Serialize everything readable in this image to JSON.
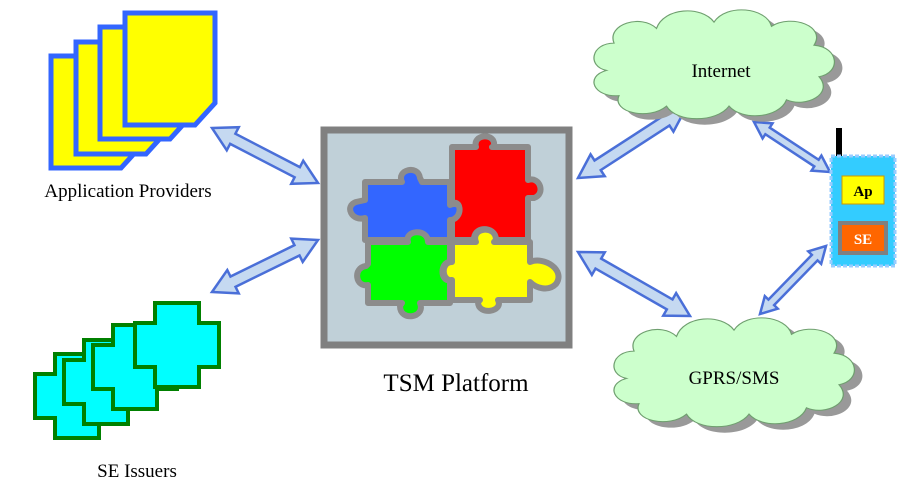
{
  "labels": {
    "app_providers": "Application Providers",
    "se_issuers": "SE Issuers",
    "tsm_platform": "TSM Platform",
    "internet": "Internet",
    "gprs_sms": "GPRS/SMS",
    "phone_app": "Ap",
    "phone_se": "SE"
  },
  "colors": {
    "doc_fill": "#ffff00",
    "doc_stroke": "#3366ff",
    "cross_fill": "#00ffff",
    "cross_stroke": "#008000",
    "tsm_bg": "#c0d0d8",
    "tsm_border": "#808080",
    "puzzle_blue": "#3366ff",
    "puzzle_red": "#ff0000",
    "puzzle_green": "#00ff00",
    "puzzle_yellow": "#ffff00",
    "cloud_fill": "#ccffcc",
    "arrow_fill": "#c5d9f1",
    "arrow_stroke": "#4a6fd8",
    "phone_fill": "#33ccff",
    "phone_se": "#ff6600"
  },
  "icons": [
    "document-stack-icon",
    "cross-stack-icon",
    "puzzle-icon",
    "cloud-icon",
    "mobile-phone-icon",
    "double-arrow-icon"
  ]
}
